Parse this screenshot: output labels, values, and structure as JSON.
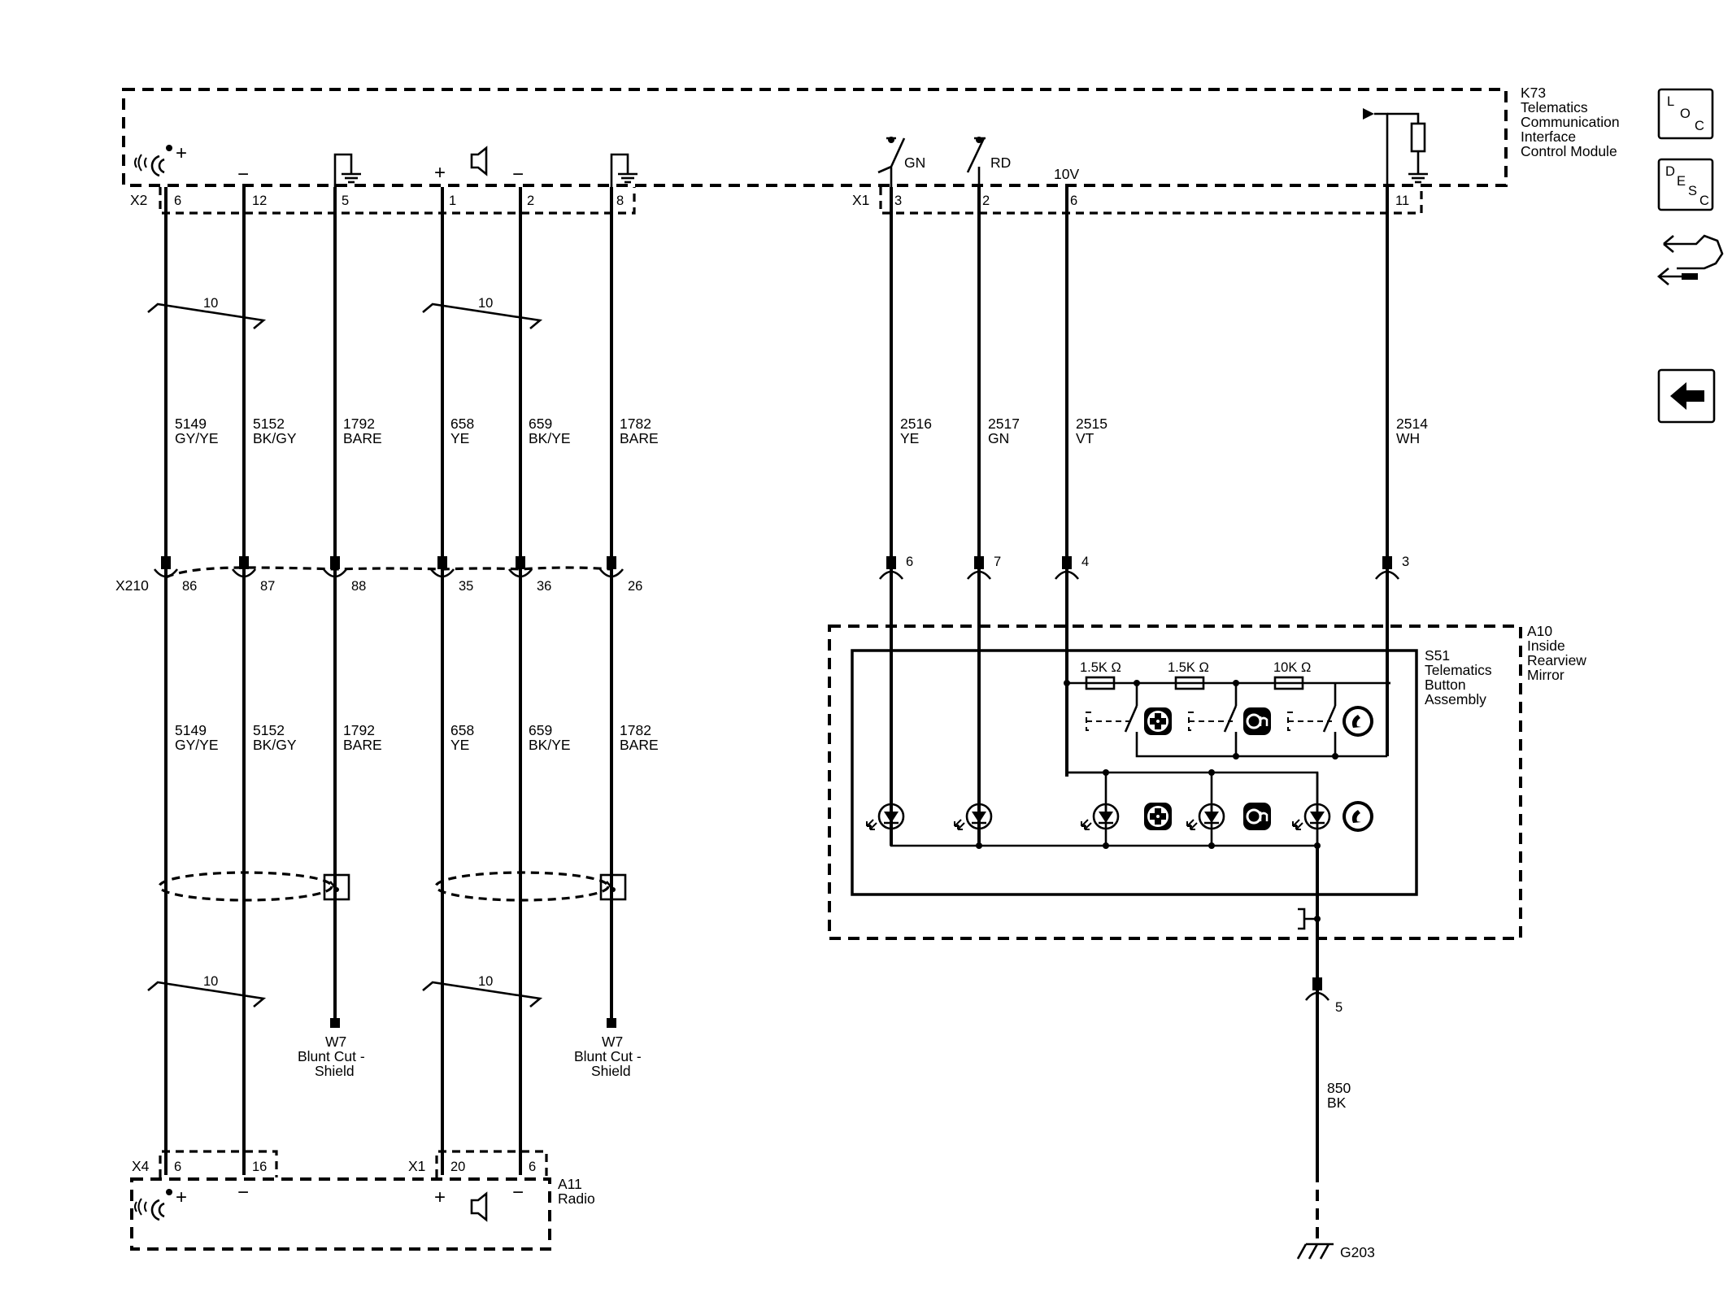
{
  "modules": {
    "k73": {
      "label": [
        "K73",
        "Telematics",
        "Communication",
        "Interface",
        "Control Module"
      ]
    },
    "a10": {
      "label": [
        "A10",
        "Inside",
        "Rearview",
        "Mirror"
      ]
    },
    "s51": {
      "label": [
        "S51",
        "Telematics",
        "Button",
        "Assembly"
      ]
    },
    "a11": {
      "label": [
        "A11",
        "Radio"
      ]
    }
  },
  "connectors": {
    "k73_x2": {
      "name": "X2",
      "pins": [
        "6",
        "12",
        "5",
        "1",
        "2",
        "8"
      ]
    },
    "k73_x1": {
      "name": "X1",
      "pins": [
        "3",
        "2",
        "6",
        "11"
      ]
    },
    "x210": {
      "name": "X210",
      "pins": [
        "86",
        "87",
        "88",
        "35",
        "36",
        "26"
      ]
    },
    "mirror_pins": [
      "6",
      "7",
      "4",
      "3"
    ],
    "mirror_ground_pin": "5",
    "a11_x4": {
      "name": "X4",
      "pins": [
        "6",
        "16"
      ]
    },
    "a11_x1": {
      "name": "X1",
      "pins": [
        "20",
        "6"
      ]
    }
  },
  "wires_upper": [
    {
      "circuit": "5149",
      "color": "GY/YE"
    },
    {
      "circuit": "5152",
      "color": "BK/GY"
    },
    {
      "circuit": "1792",
      "color": "BARE"
    },
    {
      "circuit": "658",
      "color": "YE"
    },
    {
      "circuit": "659",
      "color": "BK/YE"
    },
    {
      "circuit": "1782",
      "color": "BARE"
    },
    {
      "circuit": "2516",
      "color": "YE"
    },
    {
      "circuit": "2517",
      "color": "GN"
    },
    {
      "circuit": "2515",
      "color": "VT"
    },
    {
      "circuit": "2514",
      "color": "WH"
    }
  ],
  "wires_lower": [
    {
      "circuit": "5149",
      "color": "GY/YE"
    },
    {
      "circuit": "5152",
      "color": "BK/GY"
    },
    {
      "circuit": "1792",
      "color": "BARE"
    },
    {
      "circuit": "658",
      "color": "YE"
    },
    {
      "circuit": "659",
      "color": "BK/YE"
    },
    {
      "circuit": "1782",
      "color": "BARE"
    }
  ],
  "ground_wire": {
    "circuit": "850",
    "color": "BK"
  },
  "twist_count": "10",
  "k73_labels": {
    "gn": "GN",
    "rd": "RD",
    "v10": "10V",
    "plus": "+",
    "minus": "−"
  },
  "resistors": [
    "1.5K Ω",
    "1.5K Ω",
    "10K Ω"
  ],
  "shield": {
    "name": "W7",
    "desc1": "Blunt Cut -",
    "desc2": "Shield"
  },
  "ground": {
    "name": "G203"
  },
  "nav_buttons": {
    "loc": {
      "l1": "L",
      "l2": "O",
      "l3": "C"
    },
    "desc": {
      "l1": "D",
      "l2": "E",
      "l3": "S",
      "l4": "C"
    }
  },
  "icons": [
    "microphone-icon",
    "speaker-icon",
    "ground-icon",
    "onstar-icon",
    "emergency-cross-icon",
    "phone-icon",
    "led-icon",
    "connector-swap-icon",
    "back-arrow-icon"
  ]
}
